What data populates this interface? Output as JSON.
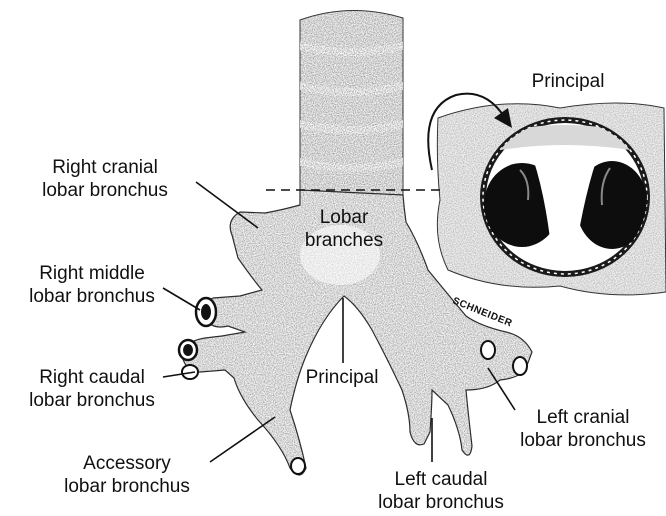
{
  "labels": {
    "right_cranial": [
      "Right cranial",
      "lobar bronchus"
    ],
    "right_middle": [
      "Right middle",
      "lobar bronchus"
    ],
    "right_caudal": [
      "Right caudal",
      "lobar bronchus"
    ],
    "accessory": [
      "Accessory",
      "lobar bronchus"
    ],
    "lobar_branches": [
      "Lobar",
      "branches"
    ],
    "principal_lower": "Principal",
    "principal_inset": "Principal",
    "left_cranial": [
      "Left cranial",
      "lobar bronchus"
    ],
    "left_caudal": [
      "Left caudal",
      "lobar bronchus"
    ],
    "signature": "SCHNEIDER"
  },
  "colors": {
    "ink": "#111111",
    "tissue": "#f4f4f4",
    "stipple": "#1a1a1a",
    "lumen": "#0d0d0d"
  }
}
